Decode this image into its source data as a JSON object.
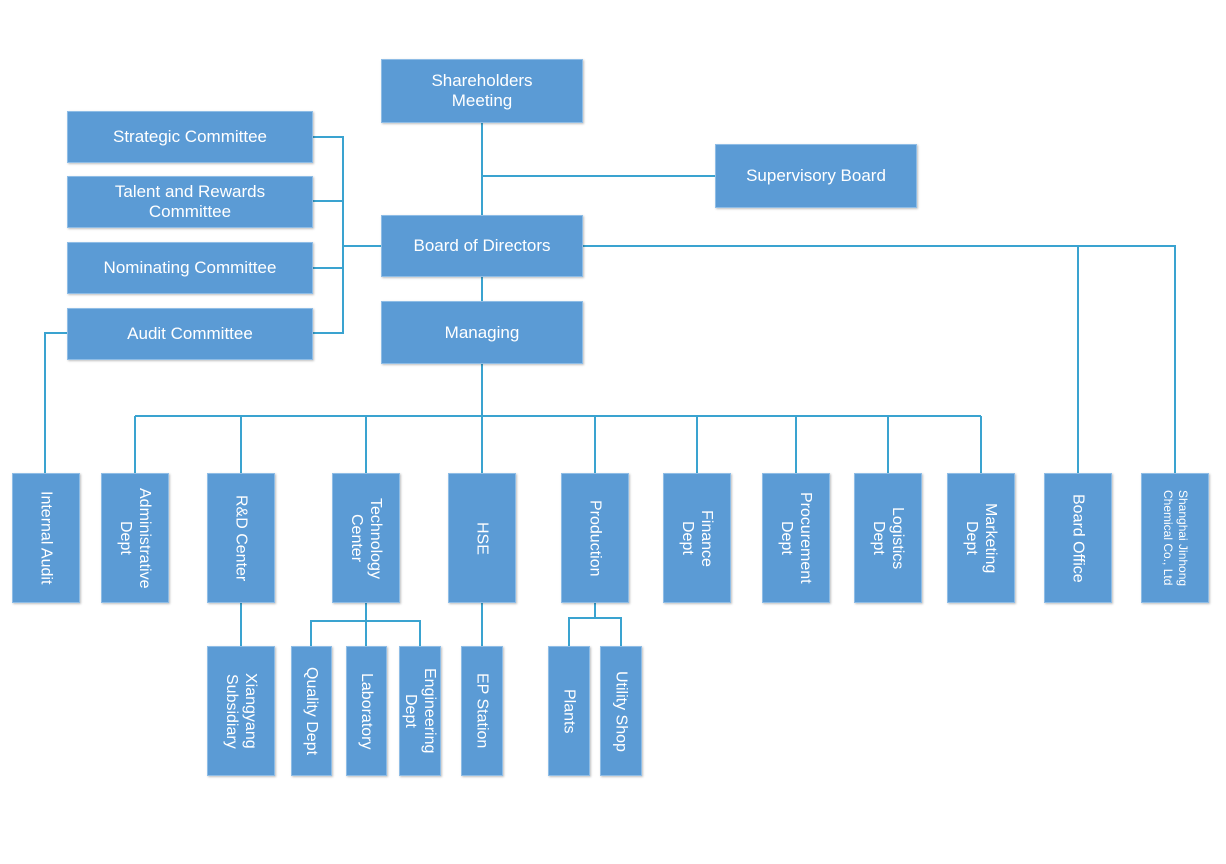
{
  "colors": {
    "box_fill": "#5b9bd5",
    "box_border": "#8fbde6",
    "connector": "#3aa3d0",
    "text": "#ffffff"
  },
  "nodes": {
    "shareholders": "Shareholders\nMeeting",
    "supervisory": "Supervisory Board",
    "board": "Board of Directors",
    "managing": "Managing",
    "strategic": "Strategic Committee",
    "talent": "Talent and Rewards\nCommittee",
    "nominating": "Nominating Committee",
    "audit": "Audit Committee",
    "internal_audit": "Internal Audit",
    "administrative": "Administrative\nDept",
    "rd": "R&D Center",
    "technology": "Technology\nCenter",
    "hse": "HSE",
    "production": "Production",
    "finance": "Finance\nDept",
    "procurement": "Procurement\nDept",
    "logistics": "Logistics\nDept",
    "marketing": "Marketing\nDept",
    "board_office": "Board Office",
    "shanghai": "Shanghai Jinhong\nChemical Co., Ltd",
    "xiangyang": "Xiangyang\nSubsidiary",
    "quality": "Quality Dept",
    "laboratory": "Laboratory",
    "engineering": "Engineering\nDept",
    "ep_station": "EP Station",
    "plants": "Plants",
    "utility": "Utility Shop"
  }
}
